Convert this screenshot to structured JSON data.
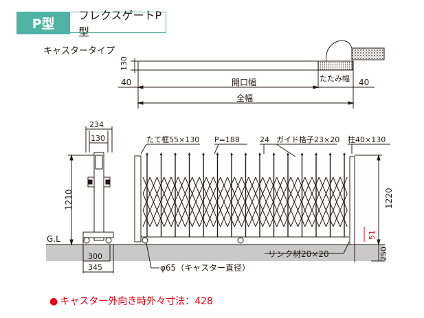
{
  "header": {
    "type_label": "P型",
    "product_name": "フレクスゲートP型"
  },
  "subtitle": "キャスタータイプ",
  "top_view": {
    "height_label": "130",
    "left_margin": "40",
    "right_margin": "40",
    "opening_width": "開口幅",
    "total_width": "全幅",
    "folded_width": "たたみ幅"
  },
  "side_view": {
    "top_dim": "234",
    "inner_dim": "130",
    "height": "1210",
    "ground_label": "G.L",
    "base_dim_1": "300",
    "base_dim_2": "345"
  },
  "front_view": {
    "frame_label": "たて框55×130",
    "pitch_label": "P=188",
    "guide_num": "24",
    "guide_label": "ガイド格子23×20",
    "post_label": "柱40×130",
    "post_height": "1220",
    "clearance": "51",
    "foundation": "250",
    "link_label": "リンク材20×20",
    "caster_label": "φ65（キャスター直径）"
  },
  "note": {
    "bullet": "●",
    "text": "キャスター外向き時外々寸法：428"
  },
  "colors": {
    "accent": "#4fb3a3",
    "note_red": "#e60012",
    "ground_gray": "#c9c9ca",
    "line": "#231815"
  }
}
